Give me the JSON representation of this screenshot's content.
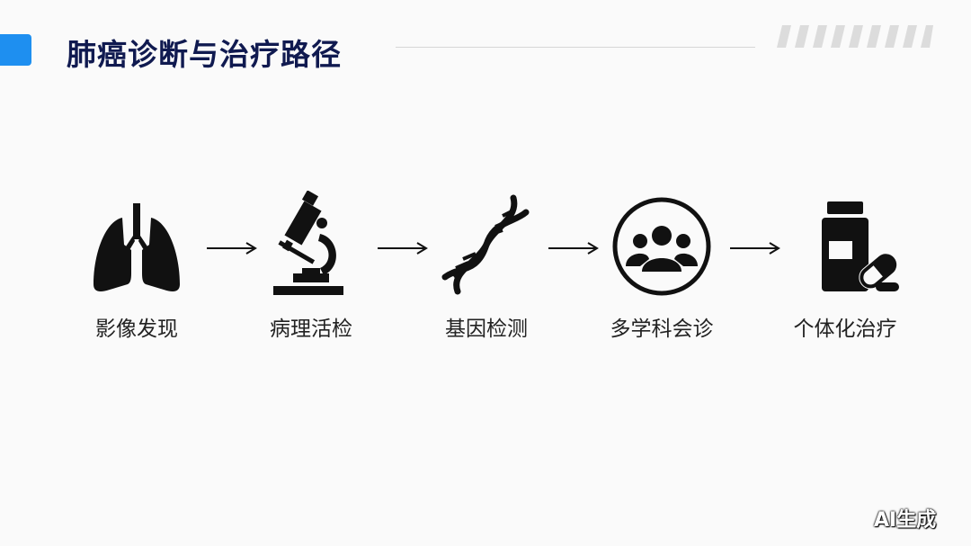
{
  "title": "肺癌诊断与治疗路径",
  "steps": [
    {
      "label": "影像发现",
      "icon": "lungs-icon"
    },
    {
      "label": "病理活检",
      "icon": "microscope-icon"
    },
    {
      "label": "基因检测",
      "icon": "dna-icon"
    },
    {
      "label": "多学科会诊",
      "icon": "group-icon"
    },
    {
      "label": "个体化治疗",
      "icon": "medicine-icon"
    }
  ],
  "watermark": "AI生成",
  "colors": {
    "accent": "#1e8ff0",
    "title": "#101a50"
  }
}
